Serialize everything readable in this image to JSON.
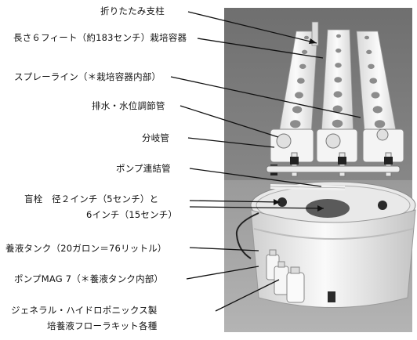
{
  "labels": {
    "folding_post": "折りたたみ支柱",
    "growing_container": "長さ６フィート（約183センチ）栽培容器",
    "spray_line": "スプレーライン（＊栽培容器内部）",
    "drain_level_pipe": "排水・水位調節管",
    "manifold": "分岐管",
    "pump_connector": "ポンプ連結管",
    "blank_plugs_line1": "盲栓　径２インチ（5センチ）と",
    "blank_plugs_line2": "6インチ（15センチ）",
    "nutrient_tank": "養液タンク（20ガロン＝76リットル）",
    "pump": "ポンプMAG 7（＊養液タンク内部）",
    "nutrients_line1": "ジェネラル・ハイドロポニックス製",
    "nutrients_line2": "培養液フローラキット各種"
  },
  "colors": {
    "background": "#ffffff",
    "photo_backdrop": "#7d7d7d",
    "plastic_white": "#f2f2f2",
    "leader_line": "#111111",
    "text": "#111111"
  }
}
